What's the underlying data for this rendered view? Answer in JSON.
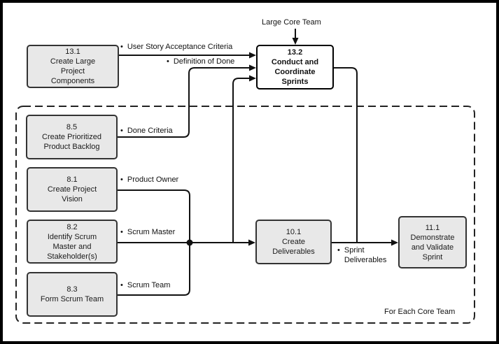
{
  "diagram_type": "flowchart",
  "colors": {
    "background": "#ffffff",
    "frame_border": "#000000",
    "box_fill": "#e8e8e8",
    "box_border": "#333333",
    "highlight_box_fill": "#ffffff",
    "connector": "#111111",
    "boundary_dash": "#222222"
  },
  "labels": {
    "large_core_team": "Large Core Team",
    "for_each_core_team": "For Each Core Team"
  },
  "boxes": {
    "b13_1": {
      "lines": [
        "13.1",
        "Create Large",
        "Project",
        "Components"
      ]
    },
    "b13_2": {
      "lines": [
        "13.2",
        "Conduct and",
        "Coordinate",
        "Sprints"
      ]
    },
    "b8_5": {
      "lines": [
        "8.5",
        "Create Prioritized",
        "Product Backlog"
      ]
    },
    "b8_1": {
      "lines": [
        "8.1",
        "Create Project",
        "Vision"
      ]
    },
    "b8_2": {
      "lines": [
        "8.2",
        "Identify Scrum",
        "Master and",
        "Stakeholder(s)"
      ]
    },
    "b8_3": {
      "lines": [
        "8.3",
        "Form Scrum Team"
      ]
    },
    "b10_1": {
      "lines": [
        "10.1",
        "Create",
        "Deliverables"
      ]
    },
    "b11_1": {
      "lines": [
        "11.1",
        "Demonstrate",
        "and Validate",
        "Sprint"
      ]
    }
  },
  "edge_labels": {
    "user_story": {
      "bullet": "•",
      "text": "User Story Acceptance Criteria"
    },
    "definition_of_done": {
      "bullet": "•",
      "text": "Definition of Done"
    },
    "done_criteria": {
      "bullet": "•",
      "text": "Done Criteria"
    },
    "product_owner": {
      "bullet": "•",
      "text": "Product Owner"
    },
    "scrum_master": {
      "bullet": "•",
      "text": "Scrum Master"
    },
    "scrum_team": {
      "bullet": "•",
      "text": "Scrum Team"
    },
    "sprint_deliverables": {
      "bullet": "•",
      "text": [
        "Sprint",
        "Deliverables"
      ]
    }
  },
  "edges": [
    {
      "from": "13.1",
      "to": "13.2",
      "labels": [
        "User Story Acceptance Criteria"
      ]
    },
    {
      "from": "8.5",
      "to": "13.2",
      "labels": [
        "Done Criteria",
        "Definition of Done"
      ]
    },
    {
      "from": "Large Core Team",
      "to": "13.2",
      "labels": []
    },
    {
      "from": "8.1",
      "to": "junction",
      "labels": [
        "Product Owner"
      ]
    },
    {
      "from": "8.2",
      "to": "junction",
      "labels": [
        "Scrum Master"
      ]
    },
    {
      "from": "8.3",
      "to": "junction",
      "labels": [
        "Scrum Team"
      ]
    },
    {
      "from": "junction",
      "to": "10.1",
      "labels": []
    },
    {
      "from": "junction",
      "to": "13.2",
      "labels": []
    },
    {
      "from": "10.1",
      "to": "11.1",
      "labels": [
        "Sprint Deliverables"
      ]
    },
    {
      "from": "13.2",
      "to": "11.1",
      "labels": []
    }
  ]
}
